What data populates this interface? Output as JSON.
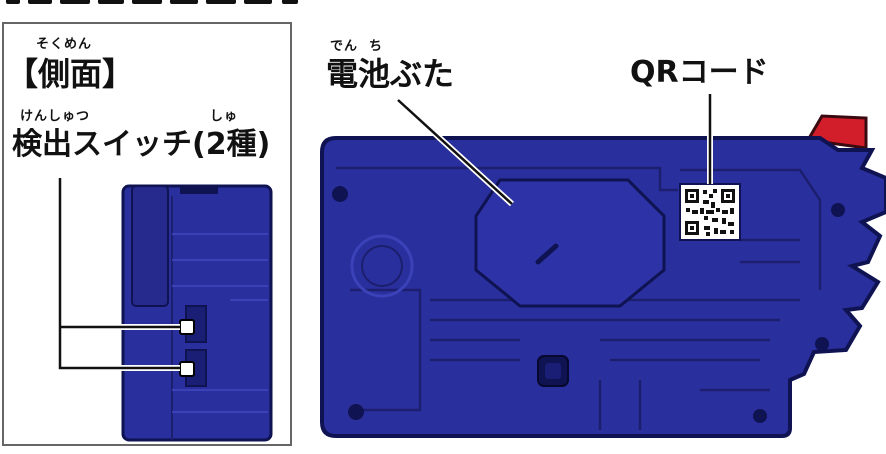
{
  "side_panel": {
    "title_ruby": "そくめん",
    "title": "【側面】",
    "switch_ruby_1": "けんしゅつ",
    "switch_ruby_2": "しゅ",
    "switch_label": "検出スイッチ(2種)"
  },
  "main_labels": {
    "battery_ruby": "でん  ち",
    "battery_cover": "電池ぶた",
    "qr_code": "QRコード"
  },
  "colors": {
    "body_blue": "#2a2f9e",
    "dark_blue": "#0f1352",
    "mid_blue": "#3b42b8",
    "accent_red": "#d21e2b",
    "panel_border": "#666666"
  }
}
